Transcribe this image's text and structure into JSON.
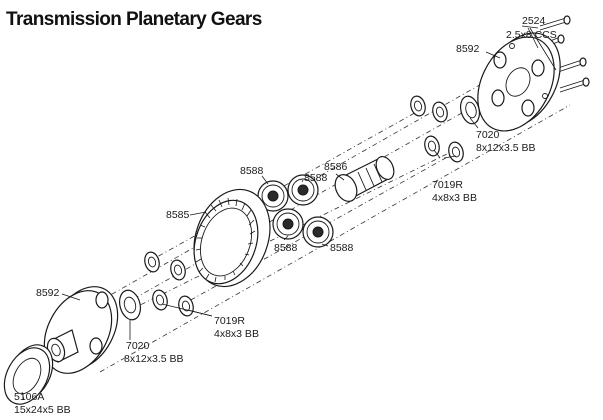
{
  "title": "Transmission Planetary Gears",
  "labels": {
    "screw_part": "2524",
    "screw_desc": "2.5x8 CCS",
    "carrier_top": "8592",
    "bearing_top_part": "7020",
    "bearing_top_desc": "8x12x3.5 BB",
    "bearing_small_top_part": "7019R",
    "bearing_small_top_desc": "4x8x3 BB",
    "sun_gear": "8586",
    "planet_gear_a": "8588",
    "planet_gear_b": "8588",
    "planet_gear_c": "8588",
    "planet_gear_d": "8588",
    "ring_gear": "8585",
    "carrier_bottom": "8592",
    "bearing_small_bottom_part": "7019R",
    "bearing_small_bottom_desc": "4x8x3 BB",
    "bearing_bottom_part": "7020",
    "bearing_bottom_desc": "8x12x3.5 BB",
    "bearing_large_part": "5106A",
    "bearing_large_desc": "15x24x5 BB"
  }
}
